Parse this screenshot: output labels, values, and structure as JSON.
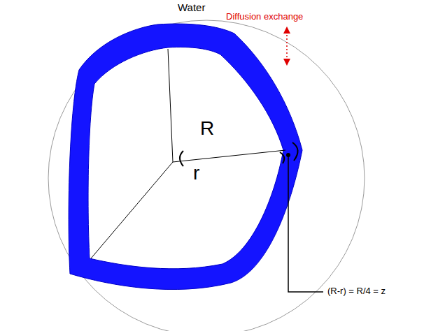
{
  "diagram": {
    "labels": [
      "Water",
      "Diffusion exchange",
      "R",
      "r",
      "(R-r) = R/4 = z"
    ]
  }
}
